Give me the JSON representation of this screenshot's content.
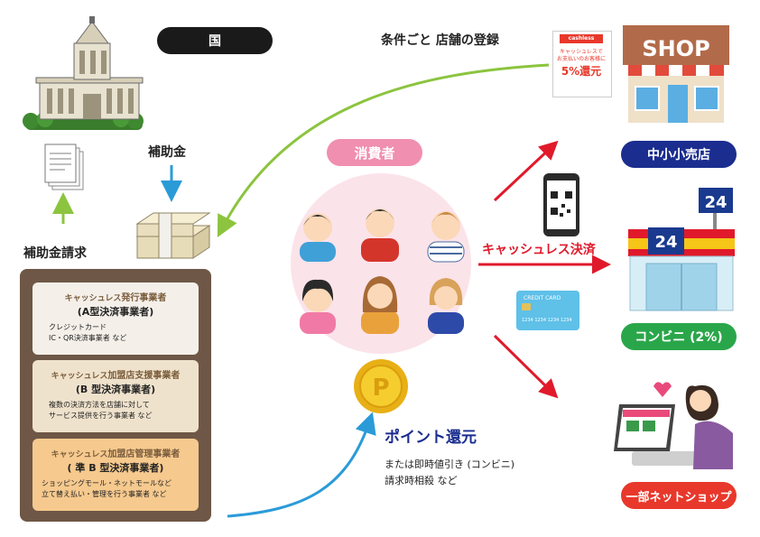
{
  "government": {
    "label": "国"
  },
  "subsidy": {
    "label": "補助金"
  },
  "subsidy_request": {
    "label": "補助金請求"
  },
  "registration": {
    "label": "条件ごと 店舗の登録"
  },
  "consumers": {
    "label": "消費者"
  },
  "cashless_payment": {
    "label": "キャッシュレス決済"
  },
  "poster": {
    "brand": "cashless",
    "line1": "キャッシュレスで",
    "line2": "お支払いのお客様に",
    "headline": "5%還元"
  },
  "shop_sign": "SHOP",
  "store_sign": "24",
  "credit_card": {
    "label": "CREDIT CARD",
    "number": "1234 1234 1234 1234"
  },
  "point_icon": {
    "letter": "P"
  },
  "stores": [
    {
      "label": "中小小売店",
      "color": "#1b2d8f"
    },
    {
      "label": "コンビニ (2%)",
      "color": "#2aa64a"
    },
    {
      "label": "一部ネットショップ",
      "color": "#e8382b"
    }
  ],
  "point_return": {
    "title": "ポイント還元",
    "line1": "または即時値引き (コンビニ)",
    "line2": "請求時相殺 など"
  },
  "operators": [
    {
      "title_prefix": "キャッシュレス",
      "title_main": "発行事業者",
      "subtitle": "(A型決済事業者)",
      "details": [
        "クレジットカード",
        "IC・QR決済事業者 など"
      ],
      "color": "#f4efe9"
    },
    {
      "title_prefix": "キャッシュレス",
      "title_main": "加盟店支援事業者",
      "subtitle": "(B 型決済事業者)",
      "details": [
        "複数の決済方法を店舗に対して",
        "サービス提供を行う事業者 など"
      ],
      "color": "#efe2cc"
    },
    {
      "title_prefix": "キャッシュレス",
      "title_main": "加盟店管理事業者",
      "subtitle": "( 準 B 型決済事業者)",
      "details": [
        "ショッピングモール・ネットモールなど",
        "立て替え払い・管理を行う事業者 など"
      ],
      "color": "#f6c98e"
    }
  ],
  "colors": {
    "panel": "#6e5746",
    "consumer_pill": "#f08fb0",
    "consumer_circle": "#fbe3ea",
    "arrow_green": "#8cc43f",
    "arrow_blue": "#2b9bd8",
    "arrow_red": "#e01a2b",
    "cashless_text": "#e01a2b",
    "point_title": "#1b2d8f"
  }
}
